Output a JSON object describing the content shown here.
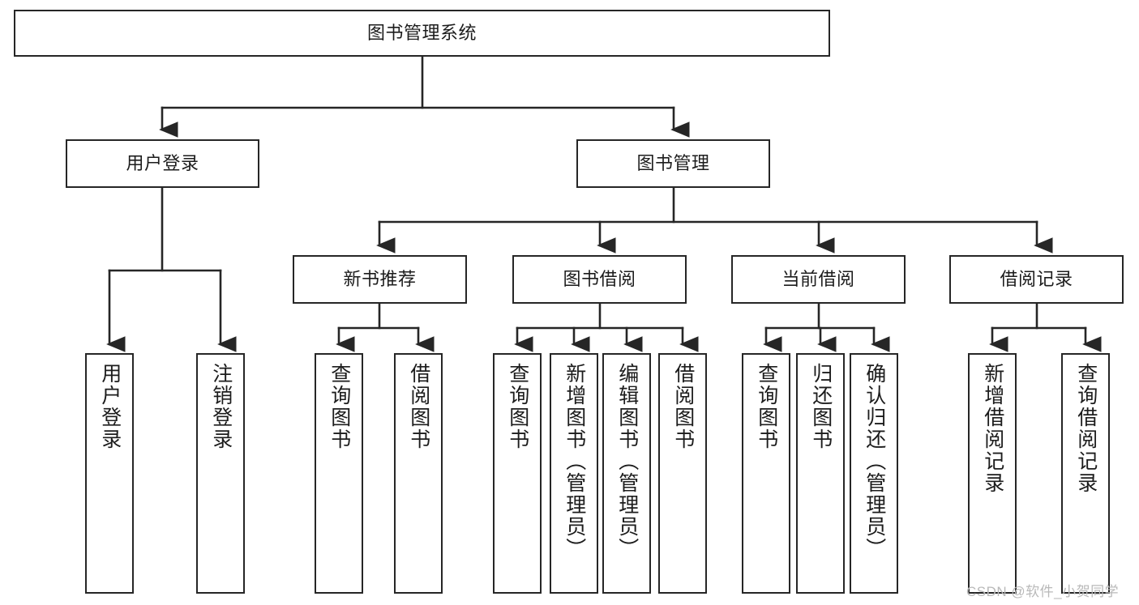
{
  "diagram": {
    "title_box": {
      "label": "图书管理系统"
    },
    "level2": [
      {
        "id": "user-login",
        "label": "用户登录"
      },
      {
        "id": "book-manage",
        "label": "图书管理"
      }
    ],
    "level3": [
      {
        "id": "new-book-recommend",
        "label": "新书推荐"
      },
      {
        "id": "book-borrow",
        "label": "图书借阅"
      },
      {
        "id": "current-borrow",
        "label": "当前借阅"
      },
      {
        "id": "borrow-record",
        "label": "借阅记录"
      }
    ],
    "leaves": [
      {
        "id": "leaf-user-login",
        "label": "用户登录"
      },
      {
        "id": "leaf-logout-login",
        "label": "注销登录"
      },
      {
        "id": "leaf-query-book-1",
        "label": "查询图书"
      },
      {
        "id": "leaf-borrow-book-1",
        "label": "借阅图书"
      },
      {
        "id": "leaf-query-book-2",
        "label": "查询图书"
      },
      {
        "id": "leaf-add-book",
        "label": "新增图书（管理员）"
      },
      {
        "id": "leaf-edit-book",
        "label": "编辑图书（管理员）"
      },
      {
        "id": "leaf-borrow-book-2",
        "label": "借阅图书"
      },
      {
        "id": "leaf-query-book-3",
        "label": "查询图书"
      },
      {
        "id": "leaf-return-book",
        "label": "归还图书"
      },
      {
        "id": "leaf-confirm-return",
        "label": "确认归还（管理员）"
      },
      {
        "id": "leaf-add-record",
        "label": "新增借阅记录"
      },
      {
        "id": "leaf-query-record",
        "label": "查询借阅记录"
      }
    ]
  },
  "watermark": {
    "text": "CSDN @软件_小贺同学"
  },
  "colors": {
    "stroke": "#262626",
    "text": "#1c1c1c",
    "background": "#ffffff",
    "watermark": "#b9b9b9"
  }
}
